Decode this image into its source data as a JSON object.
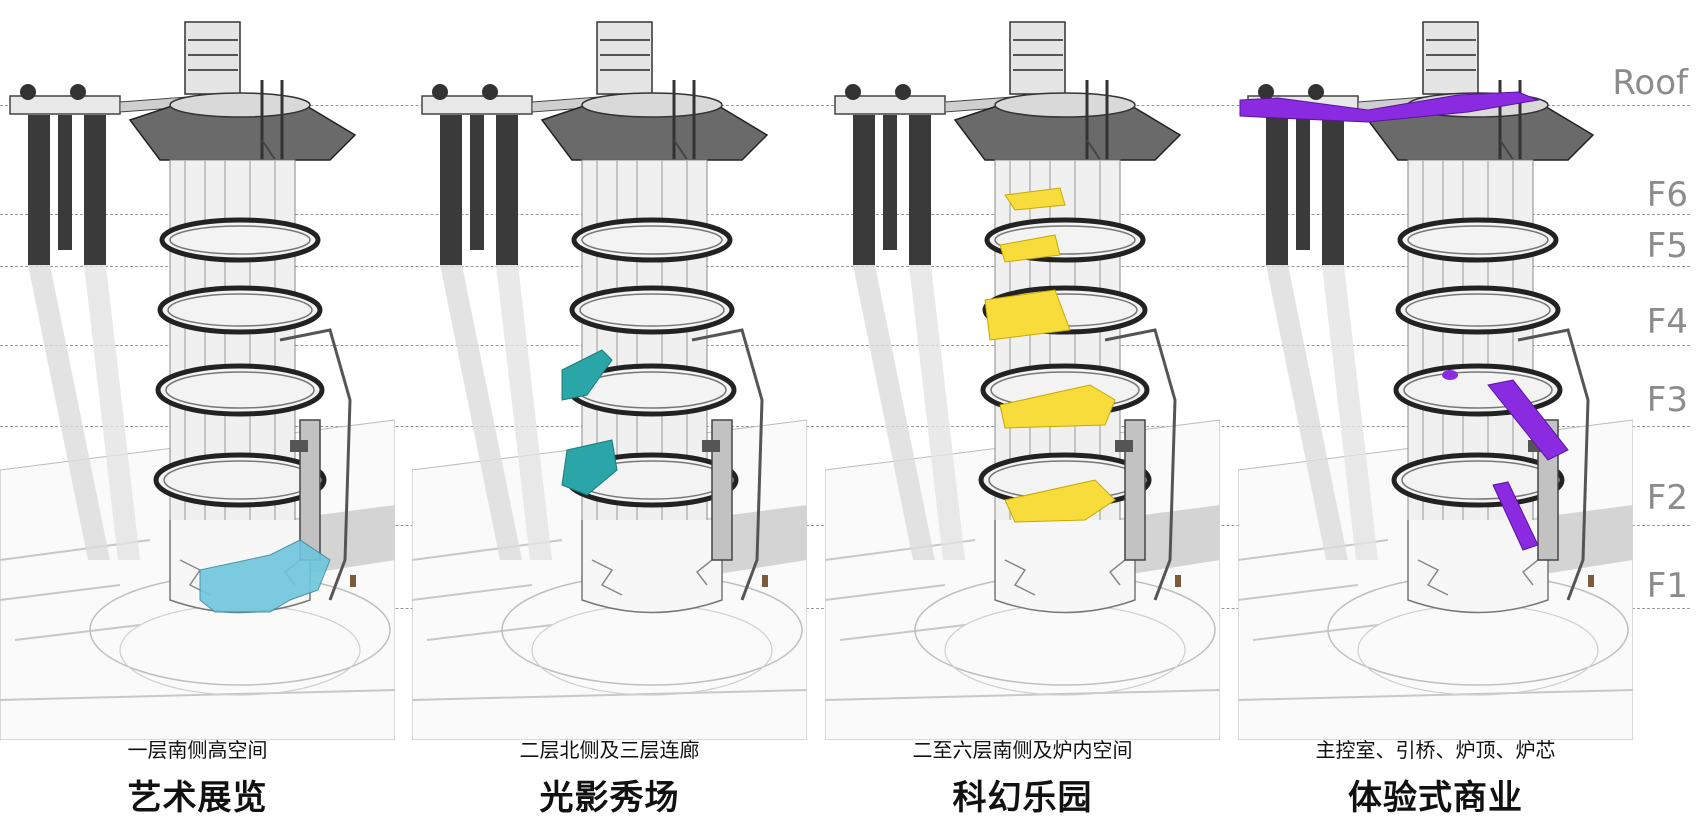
{
  "levels": [
    "Roof",
    "F6",
    "F5",
    "F4",
    "F3",
    "F2",
    "F1"
  ],
  "panels": [
    {
      "subtitle": "一层南侧高空间",
      "title": "艺术展览",
      "accent": "#6ec6dd",
      "program": "art-exhibition"
    },
    {
      "subtitle": "二层北侧及三层连廊",
      "title": "光影秀场",
      "accent": "#2aa6a8",
      "program": "light-show"
    },
    {
      "subtitle": "二至六层南侧及炉内空间",
      "title": "科幻乐园",
      "accent": "#f7dc3c",
      "program": "sci-fi-park"
    },
    {
      "subtitle": "主控室、引桥、炉顶、炉芯",
      "title": "体验式商业",
      "accent": "#8a2be2",
      "program": "experiential-commerce"
    }
  ]
}
